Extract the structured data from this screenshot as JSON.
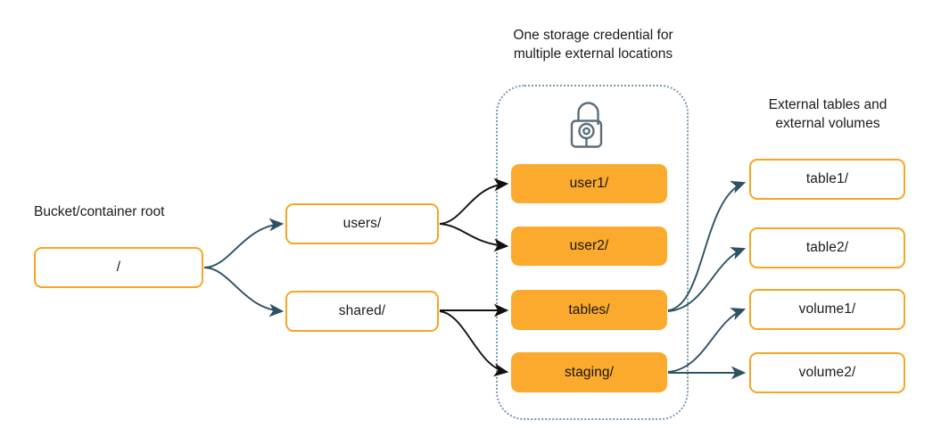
{
  "diagram": {
    "title_text": "Cloud storage path hierarchy with storage credential and external locations",
    "colors": {
      "orange_fill": "#FBAA2D",
      "orange_border": "#F5A623",
      "group_border": "#7C99AE",
      "teal_connector": "#2E5265",
      "black_connector": "#111111",
      "text": "#1b1b1b",
      "background": "#ffffff"
    },
    "captions": {
      "root": "Bucket/container root",
      "credential": "One storage credential for\nmultiple external locations",
      "external": "External tables and\nexternal volumes"
    },
    "icons": {
      "lock": "padlock-icon"
    },
    "root_node": {
      "label": "/"
    },
    "prefix_nodes": [
      {
        "label": "users/"
      },
      {
        "label": "shared/"
      }
    ],
    "location_nodes": [
      {
        "label": "user1/"
      },
      {
        "label": "user2/"
      },
      {
        "label": "tables/"
      },
      {
        "label": "staging/"
      }
    ],
    "asset_nodes": [
      {
        "label": "table1/"
      },
      {
        "label": "table2/"
      },
      {
        "label": "volume1/"
      },
      {
        "label": "volume2/"
      }
    ],
    "edges": [
      {
        "from": "/",
        "to": "users/",
        "style": "teal-curve"
      },
      {
        "from": "/",
        "to": "shared/",
        "style": "teal-curve"
      },
      {
        "from": "users/",
        "to": "user1/",
        "style": "black-curve"
      },
      {
        "from": "users/",
        "to": "user2/",
        "style": "black-curve"
      },
      {
        "from": "shared/",
        "to": "tables/",
        "style": "black-straight"
      },
      {
        "from": "shared/",
        "to": "staging/",
        "style": "black-curve"
      },
      {
        "from": "tables/",
        "to": "table1/",
        "style": "teal-curve"
      },
      {
        "from": "tables/",
        "to": "table2/",
        "style": "teal-curve"
      },
      {
        "from": "staging/",
        "to": "volume1/",
        "style": "teal-curve"
      },
      {
        "from": "staging/",
        "to": "volume2/",
        "style": "teal-straight"
      }
    ]
  }
}
